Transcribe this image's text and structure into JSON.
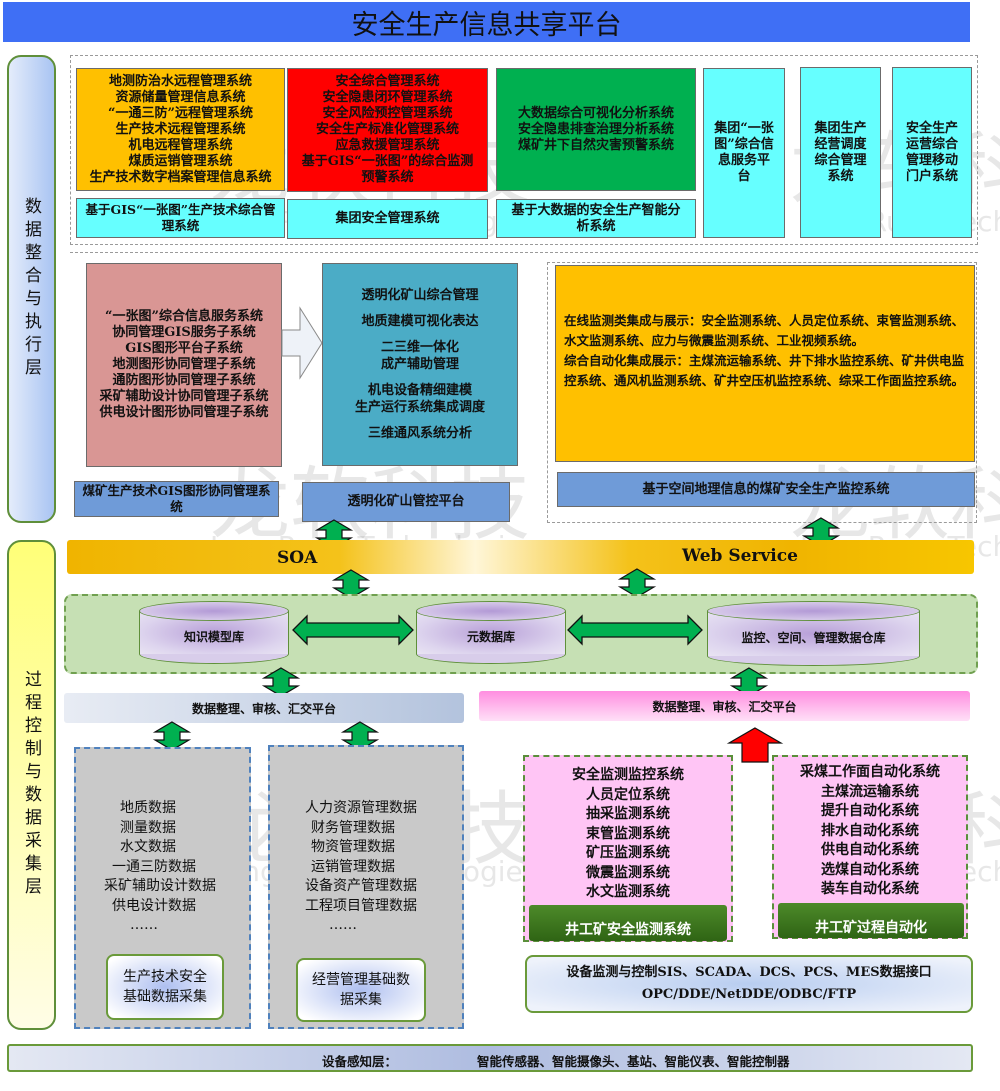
{
  "title": "安全生产信息共享平台",
  "layers": {
    "top_label": "数据整合与执行层",
    "bottom_label": "过程控制与数据采集层"
  },
  "top_section": {
    "orange_box": [
      "地测防治水远程管理系统",
      "资源储量管理信息系统",
      "“一通三防”远程管理系统",
      "生产技术远程管理系统",
      "机电远程管理系统",
      "煤质运销管理系统",
      "生产技术数字档案管理信息系统"
    ],
    "orange_footer": "基于GIS“一张图”生产技术综合管理系统",
    "red_box": [
      "安全综合管理系统",
      "安全隐患闭环管理系统",
      "安全风险预控管理系统",
      "安全生产标准化管理系统",
      "应急救援管理系统",
      "基于GIS“一张图”的综合监测预警系统"
    ],
    "red_footer": "集团安全管理系统",
    "green_box": [
      "大数据综合可视化分析系统",
      "安全隐患排查治理分析系统",
      "煤矿井下自然灾害预警系统"
    ],
    "green_footer": "基于大数据的安全生产智能分析系统",
    "cyan_boxes": [
      "集团“一张图”综合信息服务平台",
      "集团生产经营调度综合管理系统",
      "安全生产运营综合管理移动门户系统"
    ]
  },
  "middle_section": {
    "gis_box": [
      "“一张图”综合信息服务系统",
      "协同管理GIS服务子系统",
      "GIS图形平台子系统",
      "地测图形协同管理子系统",
      "通防图形协同管理子系统",
      "采矿辅助设计协同管理子系统",
      "供电设计图形协同管理子系统"
    ],
    "gis_footer": "煤矿生产技术GIS图形协同管理系统",
    "transparent_box": [
      "透明化矿山综合管理",
      "地质建模可视化表达",
      "二三维一体化",
      "成产辅助管理",
      "机电设备精细建模",
      "生产运行系统集成调度",
      "三维通风系统分析"
    ],
    "transparent_footer": "透明化矿山管控平台",
    "monitor_box": {
      "para1": "在线监测类集成与展示：安全监测系统、人员定位系统、束管监测系统、水文监测系统、应力与微震监测系统、工业视频系统。",
      "para2": "综合自动化集成展示：主煤流运输系统、井下排水监控系统、矿井供电监控系统、通风机监测系统、矿井空压机监控系统、综采工作面监控系统。"
    },
    "monitor_footer": "基于空间地理信息的煤矿安全生产监控系统"
  },
  "bus": {
    "soa": "SOA",
    "web_service": "Web Service"
  },
  "databases": [
    "知识模型库",
    "元数据库",
    "监控、空间、管理数据仓库"
  ],
  "platforms": {
    "left": "数据整理、审核、汇交平台",
    "right": "数据整理、审核、汇交平台"
  },
  "bottom_section": {
    "tech_data": {
      "items": [
        "地质数据",
        "测量数据",
        "水文数据",
        "一通三防数据",
        "采矿辅助设计数据",
        "供电设计数据",
        "……"
      ],
      "button": "生产技术安全基础数据采集"
    },
    "mgmt_data": {
      "items": [
        "人力资源管理数据",
        "财务管理数据",
        "物资管理数据",
        "运销管理数据",
        "设备资产管理数据",
        "工程项目管理数据",
        "……"
      ],
      "button": "经营管理基础数据采集"
    },
    "safety_monitoring": {
      "items": [
        "安全监测监控系统",
        "人员定位系统",
        "抽采监测系统",
        "束管监测系统",
        "矿压监测系统",
        "微震监测系统",
        "水文监测系统"
      ],
      "button": "井工矿安全监测系统"
    },
    "automation": {
      "items": [
        "采煤工作面自动化系统",
        "主煤流运输系统",
        "提升自动化系统",
        "排水自动化系统",
        "供电自动化系统",
        "选煤自动化系统",
        "装车自动化系统"
      ],
      "button": "井工矿过程自动化"
    },
    "interface": {
      "line1": "设备监测与控制SIS、SCADA、DCS、PCS、MES数据接口",
      "line2": "OPC/DDE/NetDDE/ODBC/FTP"
    }
  },
  "sensing_layer": {
    "label": "设备感知层：",
    "devices": "智能传感器、智能摄像头、基站、智能仪表、智能控制器"
  },
  "watermark": {
    "cn": "龙软科技",
    "en": "LongRuan Technologies"
  },
  "colors": {
    "title_bg": "#3f6ff5",
    "orange": "#ffc000",
    "red": "#ff0000",
    "green": "#00b050",
    "cyan": "#66ffff",
    "rose": "#d99694",
    "teal": "#4bacc6",
    "blue": "#6f9bd8",
    "arrow_green": "#00b050",
    "arrow_red": "#ff0000"
  }
}
